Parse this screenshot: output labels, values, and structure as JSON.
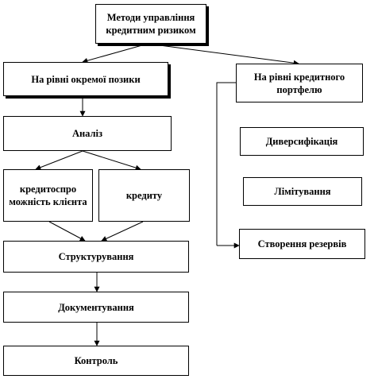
{
  "diagram": {
    "root": "Методи управління кредитним ризиком",
    "loan_level": "На рівні окремої позики",
    "portfolio_level": "На рівні кредитного портфелю",
    "analysis": "Аналіз",
    "creditworthiness": "кредитоспро можність клієнта",
    "credit": "кредиту",
    "structuring": "Структурування",
    "documenting": "Документування",
    "control": "Контроль",
    "diversification": "Диверсифікація",
    "limiting": "Лімітування",
    "reserves": "Створення резервів"
  },
  "colors": {
    "line": "#000000",
    "box_border": "#000000",
    "box_fill": "#ffffff",
    "text": "#000000"
  }
}
